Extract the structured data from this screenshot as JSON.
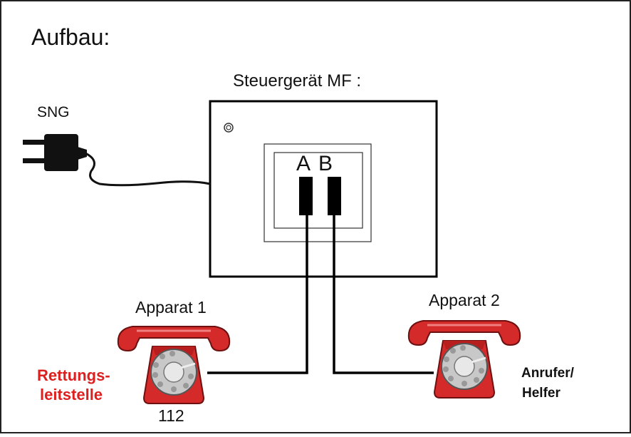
{
  "title": "Aufbau:",
  "controller": {
    "label": "Steuergerät MF :",
    "port_a": "A",
    "port_b": "B"
  },
  "power_supply": {
    "label": "SNG",
    "icon": "plug-icon"
  },
  "phone_1": {
    "label": "Apparat 1",
    "role_line1": "Rettungs-",
    "role_line2": "leitstelle",
    "number": "112",
    "icon": "telephone-icon"
  },
  "phone_2": {
    "label": "Apparat 2",
    "role_line1": "Anrufer/",
    "role_line2": "Helfer",
    "icon": "telephone-icon"
  },
  "colors": {
    "phone_red": "#d42a2a",
    "role_label_red": "#dd1f1f",
    "line": "#000000"
  }
}
